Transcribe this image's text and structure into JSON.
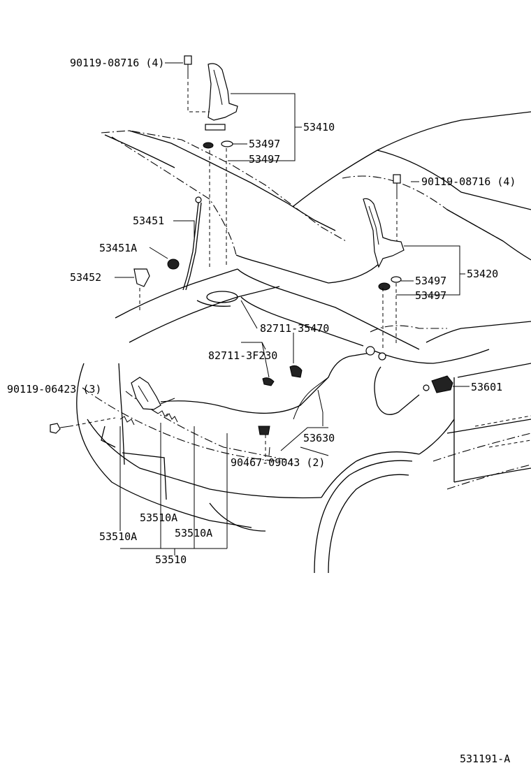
{
  "labels": {
    "bolt_top_left": "90119-08716 (4)",
    "hinge_lh": "53410",
    "cushion_a": "53497",
    "cushion_b": "53497",
    "bolt_top_right": "90119-08716 (4)",
    "support_rod": "53451",
    "clip_a": "53451A",
    "holder": "53452",
    "hinge_rh": "53420",
    "cushion_c": "53497",
    "cushion_d": "53497",
    "insulator_a": "82711-35470",
    "insulator_b": "82711-3F230",
    "bolt_lower_left": "90119-06423 (3)",
    "release_lever": "53601",
    "release_cable": "53630",
    "clip_lower": "90467-09043 (2)",
    "lock_sub_a": "53510A",
    "lock_sub_b": "53510A",
    "lock_sub_c": "53510A",
    "lock_assy": "53510",
    "figure_id": "531191-A"
  }
}
